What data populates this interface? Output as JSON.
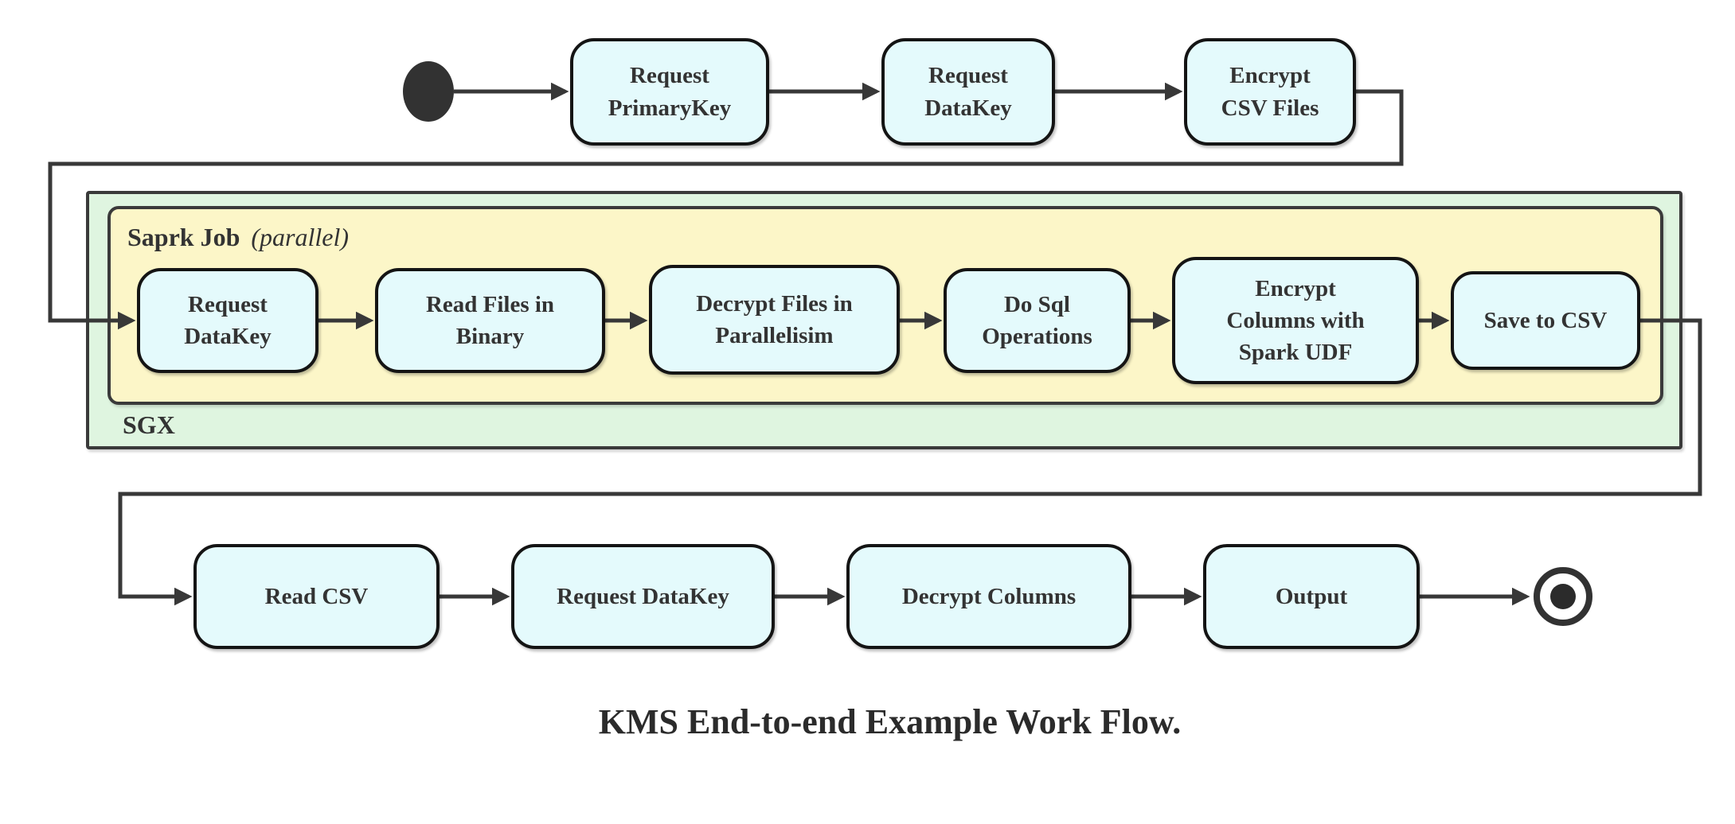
{
  "title": "KMS End-to-end Example Work Flow.",
  "containers": {
    "sgx": {
      "label": "SGX"
    },
    "spark_job": {
      "label": "Saprk Job",
      "mode": "(parallel)"
    }
  },
  "nodes": {
    "top_request_primarykey": "Request\nPrimaryKey",
    "top_request_datakey": "Request\nDataKey",
    "top_encrypt_csv_files": "Encrypt\nCSV Files",
    "spark_request_datakey": "Request\nDataKey",
    "spark_read_files_in_binary": "Read Files in\nBinary",
    "spark_decrypt_files": "Decrypt Files in\nParallelisim",
    "spark_do_sql_operations": "Do Sql\nOperations",
    "spark_encrypt_columns": "Encrypt\nColumns with\nSpark UDF",
    "spark_save_to_csv": "Save to CSV",
    "bottom_read_csv": "Read CSV",
    "bottom_request_datakey": "Request DataKey",
    "bottom_decrypt_columns": "Decrypt Columns",
    "bottom_output": "Output"
  },
  "markers": {
    "start_node": "start-filled-circle",
    "end_node": "end-double-circle"
  },
  "colors": {
    "node_fill": "#e4fafc",
    "node_border": "#141414",
    "spark_container_fill": "#fcf6c8",
    "sgx_container_fill": "#dff5e0",
    "container_border": "#3a3a3a",
    "connector": "#383838",
    "text": "#333333"
  }
}
